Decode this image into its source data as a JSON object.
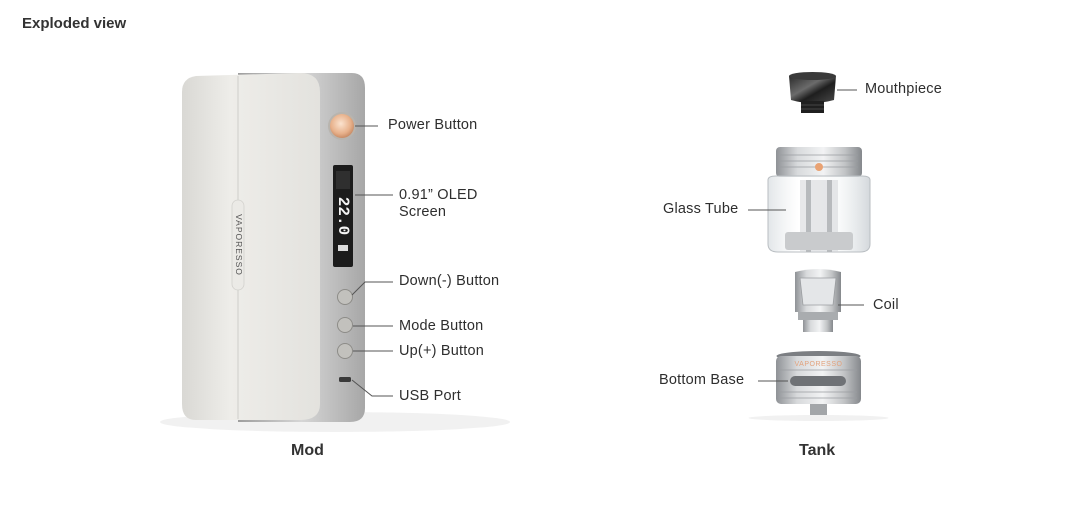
{
  "section": {
    "title": "Exploded view"
  },
  "mod": {
    "caption": "Mod",
    "brand_text": "VAPORESSO",
    "screen_reading": "22.0",
    "callouts": {
      "power_button": "Power Button",
      "oled_screen_line1": "0.91” OLED",
      "oled_screen_line2": "Screen",
      "down_button": "Down(-) Button",
      "mode_button": "Mode Button",
      "up_button": "Up(+) Button",
      "usb_port": "USB Port"
    }
  },
  "tank": {
    "caption": "Tank",
    "brand_text": "VAPORESSO",
    "callouts": {
      "mouthpiece": "Mouthpiece",
      "glass_tube": "Glass Tube",
      "coil": "Coil",
      "bottom_base": "Bottom Base"
    }
  },
  "colors": {
    "body_light": "#e6e5e1",
    "metal": "#b9b9b9",
    "power_button": "#e9b896",
    "screen": "#1c1c1c",
    "leader_line": "#555555"
  }
}
